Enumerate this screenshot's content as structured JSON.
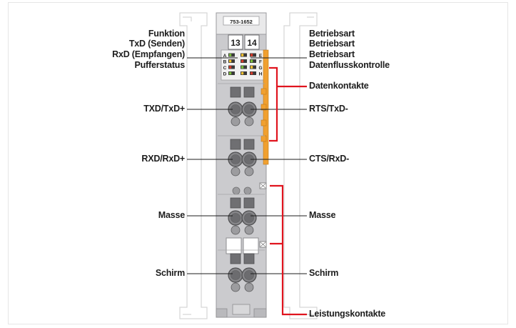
{
  "module": {
    "part_number": "753-1652",
    "terminal_left": "13",
    "terminal_right": "14",
    "led_letters_left": [
      "A",
      "B",
      "C",
      "D"
    ],
    "led_letters_right": [
      "E",
      "F",
      "G",
      "H"
    ]
  },
  "labels_left": {
    "funktion": "Funktion",
    "txd_senden": "TxD (Senden)",
    "rxd_empfangen": "RxD (Empfangen)",
    "pufferstatus": "Pufferstatus",
    "txd_txd_plus": "TXD/TxD+",
    "rxd_rxd_plus": "RXD/RxD+",
    "masse": "Masse",
    "schirm": "Schirm"
  },
  "labels_right": {
    "betriebsart_1": "Betriebsart",
    "betriebsart_2": "Betriebsart",
    "betriebsart_3": "Betriebsart",
    "datenflusskontrolle": "Datenflusskontrolle",
    "datenkontakte": "Datenkontakte",
    "rts_txd_minus": "RTS/TxD-",
    "cts_rxd_minus": "CTS/RxD-",
    "masse": "Masse",
    "schirm": "Schirm",
    "leistungskontakte": "Leistungskontakte"
  },
  "colors": {
    "module_body": "#c9c9cc",
    "module_dark": "#8d8d90",
    "orange_contacts": "#f0a030",
    "red_leader": "#e0141e",
    "ghost_outline": "#d6d6d6",
    "led_green": "#7cbf3a",
    "led_yellow": "#f2c230",
    "led_red": "#d83a2a"
  }
}
